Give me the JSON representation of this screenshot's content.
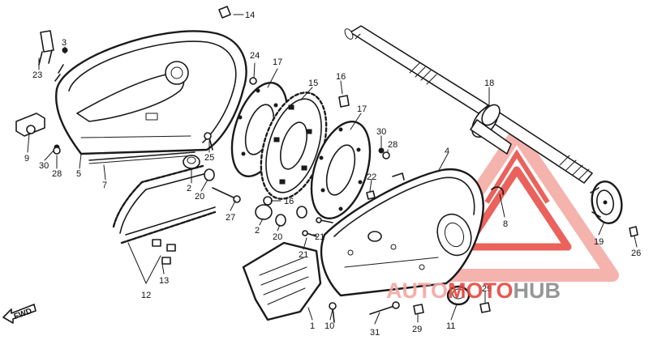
{
  "diagram": {
    "direction_label": "FWD",
    "callouts": [
      {
        "id": "c14",
        "label": "14"
      },
      {
        "id": "c3",
        "label": "3"
      },
      {
        "id": "c23",
        "label": "23"
      },
      {
        "id": "c24",
        "label": "24"
      },
      {
        "id": "c17a",
        "label": "17"
      },
      {
        "id": "c15",
        "label": "15"
      },
      {
        "id": "c16a",
        "label": "16"
      },
      {
        "id": "c17b",
        "label": "17"
      },
      {
        "id": "c18",
        "label": "18"
      },
      {
        "id": "c9",
        "label": "9"
      },
      {
        "id": "c30a",
        "label": "30"
      },
      {
        "id": "c28a",
        "label": "28"
      },
      {
        "id": "c5",
        "label": "5"
      },
      {
        "id": "c7",
        "label": "7"
      },
      {
        "id": "c25",
        "label": "25"
      },
      {
        "id": "c30b",
        "label": "30"
      },
      {
        "id": "c28b",
        "label": "28"
      },
      {
        "id": "c4",
        "label": "4"
      },
      {
        "id": "c2a",
        "label": "2"
      },
      {
        "id": "c20a",
        "label": "20"
      },
      {
        "id": "c22",
        "label": "22"
      },
      {
        "id": "c16b",
        "label": "16"
      },
      {
        "id": "c8",
        "label": "8"
      },
      {
        "id": "c27",
        "label": "27"
      },
      {
        "id": "c2b",
        "label": "2"
      },
      {
        "id": "c20b",
        "label": "20"
      },
      {
        "id": "c21a",
        "label": "21"
      },
      {
        "id": "c19",
        "label": "19"
      },
      {
        "id": "c21b",
        "label": "21"
      },
      {
        "id": "c26",
        "label": "26"
      },
      {
        "id": "c13",
        "label": "13"
      },
      {
        "id": "c12",
        "label": "12"
      },
      {
        "id": "c1",
        "label": "1"
      },
      {
        "id": "c10",
        "label": "10"
      },
      {
        "id": "c29a",
        "label": "29"
      },
      {
        "id": "c11",
        "label": "11"
      },
      {
        "id": "c31",
        "label": "31"
      },
      {
        "id": "c29b",
        "label": "29"
      }
    ]
  },
  "watermark": {
    "word_part1": "AUTO",
    "word_part2": "MOTO",
    "word_part3": "HUB",
    "accent_color": "#e8463f",
    "light_color": "#f4a6a0",
    "gray_color": "#8c8c8c"
  }
}
